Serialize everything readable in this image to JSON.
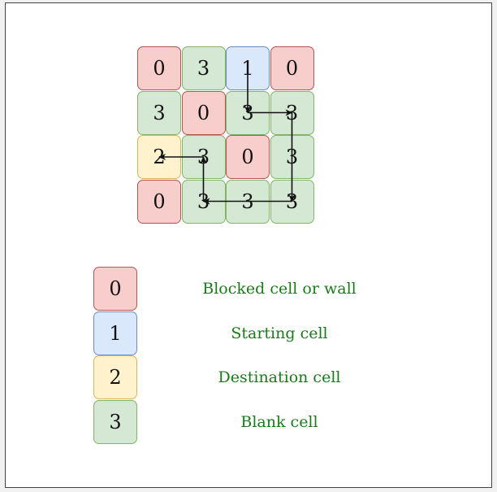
{
  "colors": {
    "blocked": {
      "fill": "#f8cecc",
      "stroke": "#b85450"
    },
    "start": {
      "fill": "#dae8fc",
      "stroke": "#6c8ebf"
    },
    "destination": {
      "fill": "#fff2cc",
      "stroke": "#d6b656"
    },
    "blank": {
      "fill": "#d5e8d4",
      "stroke": "#82b366"
    },
    "legend_text": "#1a7a1a",
    "arrow": "#111111"
  },
  "grid": {
    "rows": [
      [
        "0",
        "3",
        "1",
        "0"
      ],
      [
        "3",
        "0",
        "3",
        "3"
      ],
      [
        "2",
        "3",
        "0",
        "3"
      ],
      [
        "0",
        "3",
        "3",
        "3"
      ]
    ]
  },
  "path": [
    [
      0,
      2
    ],
    [
      1,
      2
    ],
    [
      1,
      3
    ],
    [
      3,
      3
    ],
    [
      3,
      1
    ],
    [
      2,
      1
    ],
    [
      2,
      0
    ]
  ],
  "legend": [
    {
      "value": "0",
      "kind": "blocked",
      "label": "Blocked cell or wall"
    },
    {
      "value": "1",
      "kind": "start",
      "label": "Starting cell"
    },
    {
      "value": "2",
      "kind": "destination",
      "label": "Destination cell"
    },
    {
      "value": "3",
      "kind": "blank",
      "label": "Blank cell"
    }
  ]
}
